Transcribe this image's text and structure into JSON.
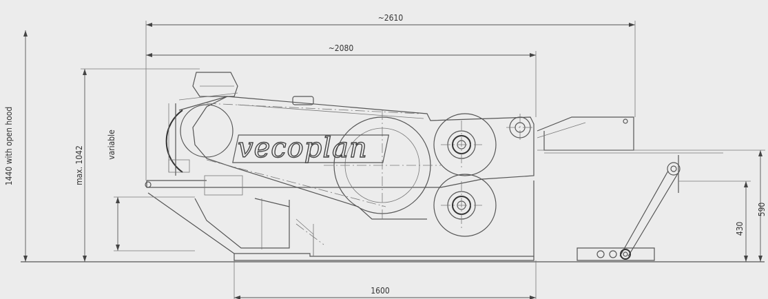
{
  "drawing": {
    "brand_logo": "vecoplan",
    "dimensions": {
      "overall_length": "~2610",
      "body_length": "~2080",
      "base_length": "1600",
      "height_open_hood": "1440 with open hood",
      "max_height": "max. 1042",
      "variable_height": "variable",
      "outfeed_height": "430",
      "infeed_height": "590"
    }
  }
}
